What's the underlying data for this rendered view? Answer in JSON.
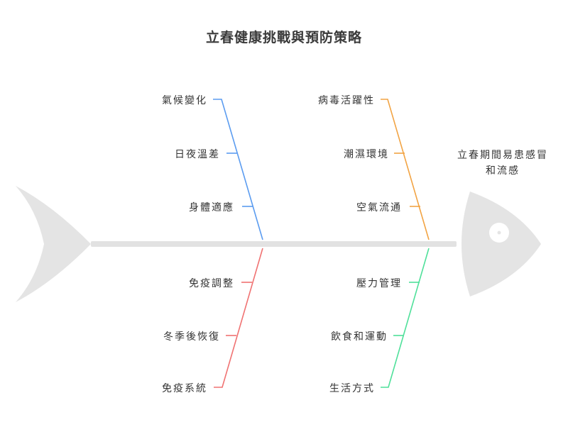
{
  "title": "立春健康挑戰與預防策略",
  "effect": {
    "line1": "立春期間易患感冒",
    "line2": "和流感"
  },
  "categories": [
    {
      "color": "#5b9cf0",
      "causes": [
        "氣候變化",
        "日夜溫差",
        "身體適應"
      ]
    },
    {
      "color": "#f2a444",
      "causes": [
        "病毒活躍性",
        "潮濕環境",
        "空氣流通"
      ]
    },
    {
      "color": "#f07272",
      "causes": [
        "免疫調整",
        "冬季後恢復",
        "免疫系統"
      ]
    },
    {
      "color": "#4fe09a",
      "causes": [
        "壓力管理",
        "飲食和運動",
        "生活方式"
      ]
    }
  ],
  "colors": {
    "fish": "#e4e4e4",
    "spine": "#e2e2e2"
  }
}
